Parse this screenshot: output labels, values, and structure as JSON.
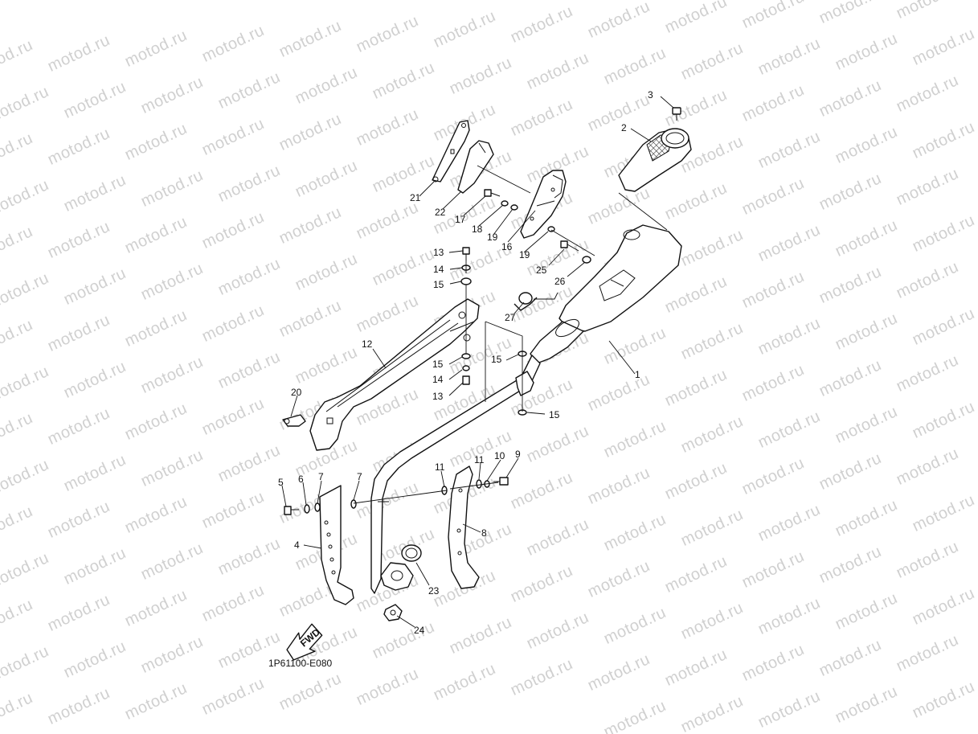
{
  "watermark": "motod.ru",
  "diagram_code": "1P61100-E080",
  "fwd_label": "FWD",
  "callouts": {
    "c1": "1",
    "c2": "2",
    "c3": "3",
    "c4": "4",
    "c5": "5",
    "c6": "6",
    "c7a": "7",
    "c7b": "7",
    "c8": "8",
    "c9": "9",
    "c10": "10",
    "c11a": "11",
    "c11b": "11",
    "c12": "12",
    "c13a": "13",
    "c13b": "13",
    "c14a": "14",
    "c14b": "14",
    "c15a": "15",
    "c15b": "15",
    "c15c": "15",
    "c15d": "15",
    "c16": "16",
    "c17": "17",
    "c18": "18",
    "c19a": "19",
    "c19b": "19",
    "c20": "20",
    "c21": "21",
    "c22": "22",
    "c23": "23",
    "c24": "24",
    "c25": "25",
    "c26": "26",
    "c27": "27"
  }
}
